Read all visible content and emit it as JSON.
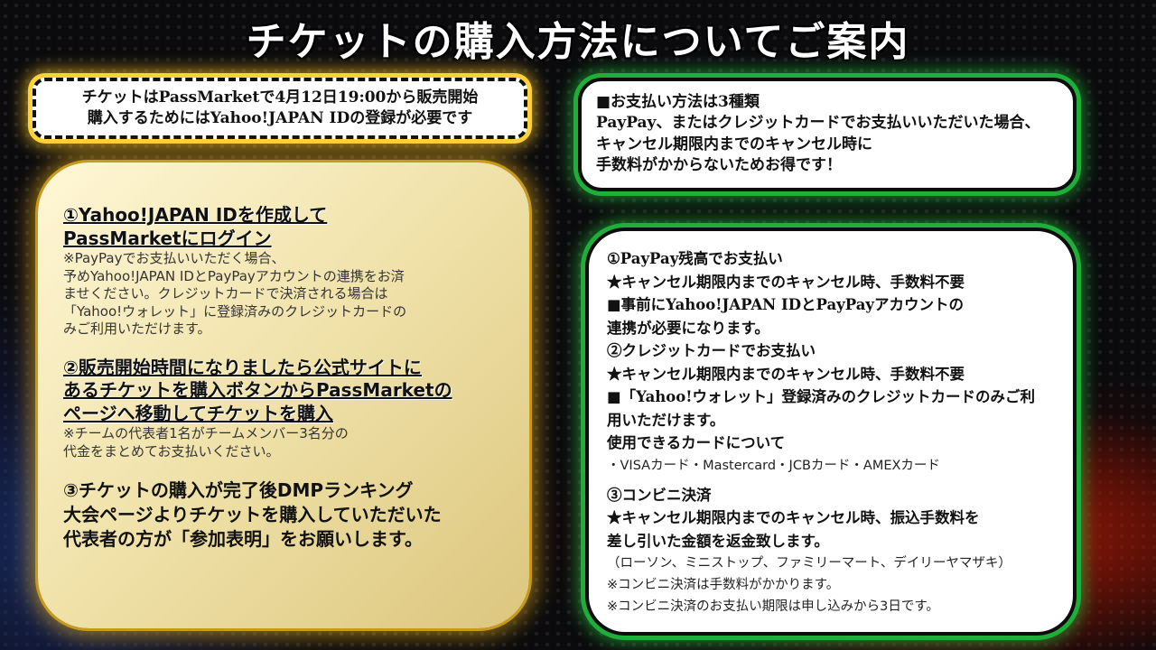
{
  "title": "チケットの購入方法についてご案内",
  "notice": {
    "line1": "チケットはPassMarketで4月12日19:00から販売開始",
    "line2": "購入するためにはYahoo!JAPAN IDの登録が必要です"
  },
  "steps": {
    "step1_head": [
      "①Yahoo!JAPAN IDを作成して",
      "PassMarketにログイン"
    ],
    "step1_note": [
      "※PayPayでお支払いいただく場合、",
      "予めYahoo!JAPAN IDとPayPayアカウントの連携をお済",
      "ませください。クレジットカードで決済される場合は",
      "「Yahoo!ウォレット」に登録済みのクレジットカードの",
      "みご利用いただけます。"
    ],
    "step2_head": [
      "②販売開始時間になりましたら公式サイトに",
      "あるチケットを購入ボタンからPassMarketの",
      "ページへ移動してチケットを購入"
    ],
    "step2_note": [
      "※チームの代表者1名がチームメンバー3名分の",
      "代金をまとめてお支払いください。"
    ],
    "step3": [
      "③チケットの購入が完了後DMPランキング",
      "大会ページよりチケットを購入していただいた",
      "代表者の方が「参加表明」をお願いします。"
    ]
  },
  "payment": {
    "lines": [
      "■お支払い方法は3種類",
      "PayPay、またはクレジットカードでお支払いいただいた場合、",
      "キャンセル期限内までのキャンセル時に",
      "手数料がかからないためお得です！"
    ]
  },
  "methods": {
    "paypay": [
      "①PayPay残高でお支払い",
      "★キャンセル期限内までのキャンセル時、手数料不要",
      "■事前にYahoo!JAPAN IDとPayPayアカウントの",
      "連携が必要になります。"
    ],
    "credit": [
      "②クレジットカードでお支払い",
      "★キャンセル期限内までのキャンセル時、手数料不要",
      "■「Yahoo!ウォレット」登録済みのクレジットカードのみご利",
      "用いただけます。",
      "使用できるカードについて"
    ],
    "cards": "・VISAカード・Mastercard・JCBカード・AMEXカード",
    "convenience": [
      "③コンビニ決済",
      "★キャンセル期限内までのキャンセル時、振込手数料を",
      "差し引いた金額を返金致します。"
    ],
    "convenience_notes": [
      "（ローソン、ミニストップ、ファミリーマート、デイリーヤマザキ）",
      "※コンビニ決済は手数料がかかります。",
      "※コンビニ決済のお支払い期限は申し込みから3日です。"
    ]
  },
  "colors": {
    "gold_glow": "#ffd23a",
    "green_glow": "#1fae3a",
    "background": "#0b0b0d"
  }
}
